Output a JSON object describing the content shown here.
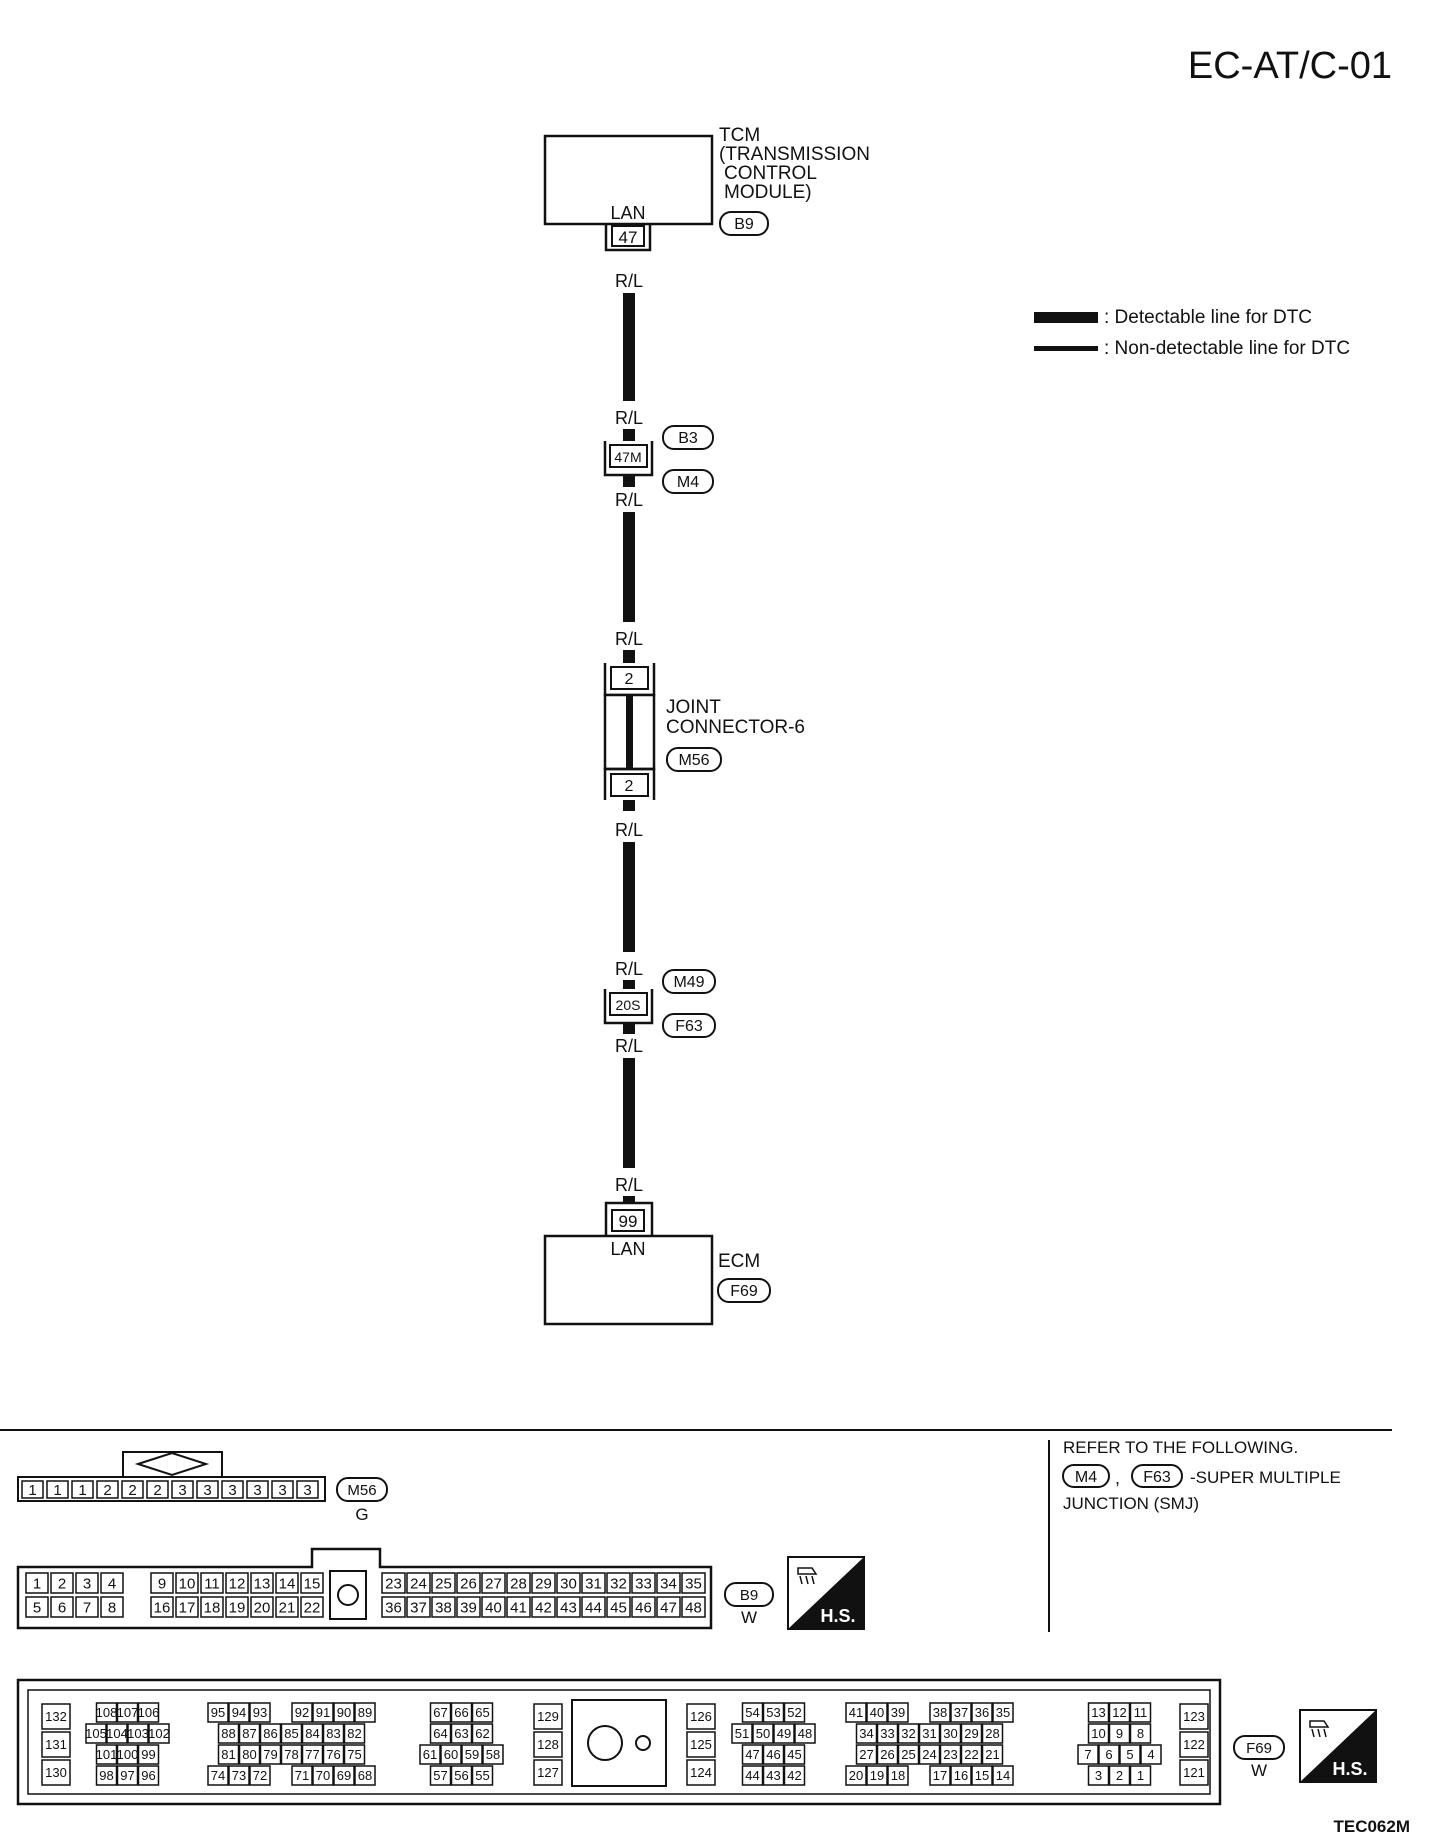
{
  "page_title": "EC-AT/C-01",
  "legend": {
    "detectable": ": Detectable line for DTC",
    "non_detectable": ": Non-detectable line for DTC"
  },
  "tcm": {
    "name_lines": [
      "TCM",
      "(TRANSMISSION",
      "CONTROL",
      "MODULE)"
    ],
    "pin_label": "LAN",
    "pin": "47",
    "connector": "B9"
  },
  "wire_color": "R/L",
  "connector_b3_m4": {
    "pin": "47M",
    "upper": "B3",
    "lower": "M4"
  },
  "joint_connector": {
    "name_lines": [
      "JOINT",
      "CONNECTOR-6"
    ],
    "connector": "M56",
    "pin_top": "2",
    "pin_bottom": "2"
  },
  "connector_m49_f63": {
    "pin": "20S",
    "upper": "M49",
    "lower": "F63"
  },
  "ecm": {
    "name": "ECM",
    "pin_label": "LAN",
    "pin": "99",
    "connector": "F69"
  },
  "reference": {
    "heading": "REFER TO THE FOLLOWING.",
    "items": [
      "M4",
      "F63"
    ],
    "separator": ",",
    "suffix": "-SUPER MULTIPLE",
    "line2": "JUNCTION (SMJ)"
  },
  "m56_face": {
    "pins": [
      "1",
      "1",
      "1",
      "2",
      "2",
      "2",
      "3",
      "3",
      "3",
      "3",
      "3",
      "3"
    ],
    "id": "M56",
    "color": "G"
  },
  "b9_face": {
    "row1_left": [
      "1",
      "2",
      "3",
      "4",
      "",
      "9",
      "10",
      "11",
      "12",
      "13",
      "14",
      "15"
    ],
    "row2_left": [
      "5",
      "6",
      "7",
      "8",
      "",
      "16",
      "17",
      "18",
      "19",
      "20",
      "21",
      "22"
    ],
    "row1_right": [
      "23",
      "24",
      "25",
      "26",
      "27",
      "28",
      "29",
      "30",
      "31",
      "32",
      "33",
      "34",
      "35"
    ],
    "row2_right": [
      "36",
      "37",
      "38",
      "39",
      "40",
      "41",
      "42",
      "43",
      "44",
      "45",
      "46",
      "47",
      "48"
    ],
    "id": "B9",
    "color": "W",
    "hs": "H.S."
  },
  "f69_face": {
    "groups": [
      {
        "rows": [
          [
            "132"
          ],
          [
            "131"
          ],
          [
            "130"
          ]
        ]
      },
      {
        "rows": [
          [
            "108",
            "107",
            "106"
          ],
          [
            "105",
            "104",
            "103",
            "102"
          ],
          [
            "101",
            "100",
            "99"
          ],
          [
            "98",
            "97",
            "96"
          ]
        ]
      },
      {
        "rows": [
          [
            "95",
            "94",
            "93",
            "",
            "92",
            "91",
            "90",
            "89"
          ],
          [
            "88",
            "87",
            "86",
            "85",
            "84",
            "83",
            "82"
          ],
          [
            "81",
            "80",
            "79",
            "78",
            "77",
            "76",
            "75"
          ],
          [
            "74",
            "73",
            "72",
            "",
            "71",
            "70",
            "69",
            "68"
          ]
        ]
      },
      {
        "rows": [
          [
            "67",
            "66",
            "65"
          ],
          [
            "64",
            "63",
            "62"
          ],
          [
            "61",
            "60",
            "59",
            "58"
          ],
          [
            "57",
            "56",
            "55"
          ]
        ]
      },
      {
        "rows": [
          [
            "129"
          ],
          [
            "128"
          ],
          [
            "127"
          ]
        ]
      },
      {
        "rows": [
          [
            "126"
          ],
          [
            "125"
          ],
          [
            "124"
          ]
        ]
      },
      {
        "rows": [
          [
            "54",
            "53",
            "52"
          ],
          [
            "51",
            "50",
            "49",
            "48"
          ],
          [
            "47",
            "46",
            "45"
          ],
          [
            "44",
            "43",
            "42"
          ]
        ]
      },
      {
        "rows": [
          [
            "41",
            "40",
            "39",
            "",
            "38",
            "37",
            "36",
            "35"
          ],
          [
            "34",
            "33",
            "32",
            "31",
            "30",
            "29",
            "28"
          ],
          [
            "27",
            "26",
            "25",
            "24",
            "23",
            "22",
            "21"
          ],
          [
            "20",
            "19",
            "18",
            "",
            "17",
            "16",
            "15",
            "14"
          ]
        ]
      },
      {
        "rows": [
          [
            "13",
            "12",
            "11"
          ],
          [
            "10",
            "9",
            "8"
          ],
          [
            "7",
            "6",
            "5",
            "4"
          ],
          [
            "3",
            "2",
            "1"
          ]
        ]
      },
      {
        "rows": [
          [
            "123"
          ],
          [
            "122"
          ],
          [
            "121"
          ]
        ]
      }
    ],
    "id": "F69",
    "color": "W",
    "hs": "H.S."
  },
  "figure_code": "TEC062M"
}
